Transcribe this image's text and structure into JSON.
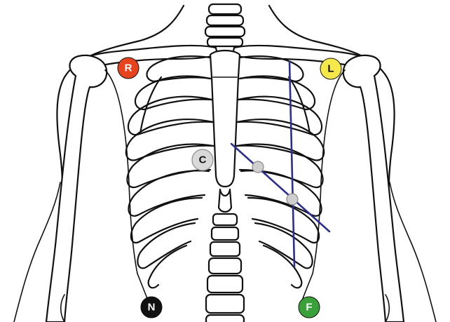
{
  "electrodes": [
    {
      "id": "R",
      "label": "R",
      "color": "#e8431f",
      "text_color": "#ffffff"
    },
    {
      "id": "L",
      "label": "L",
      "color": "#f4e84a",
      "text_color": "#111111"
    },
    {
      "id": "C",
      "label": "C",
      "color": "#d9d9d9",
      "text_color": "#111111"
    },
    {
      "id": "N",
      "label": "N",
      "color": "#111111",
      "text_color": "#ffffff"
    },
    {
      "id": "F",
      "label": "F",
      "color": "#3aa03a",
      "text_color": "#ffffff"
    }
  ],
  "line_color": "#2b2f8f",
  "ink_color": "#111111"
}
